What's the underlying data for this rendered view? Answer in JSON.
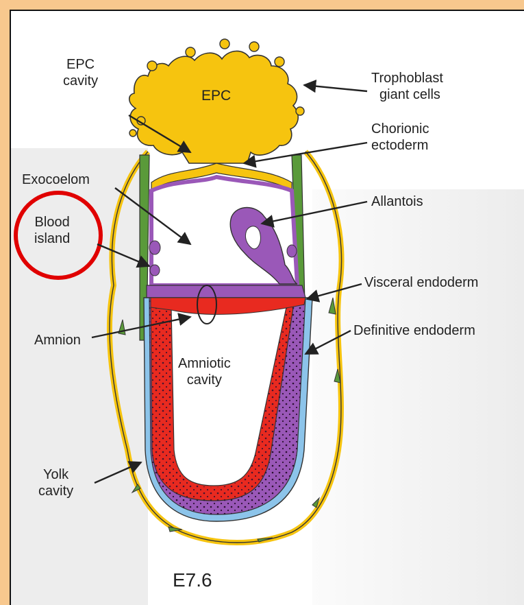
{
  "labels": {
    "epc_cavity": [
      "EPC",
      "cavity"
    ],
    "epc": "EPC",
    "trophoblast": [
      "Trophoblast",
      "giant cells"
    ],
    "chorionic": [
      "Chorionic",
      "ectoderm"
    ],
    "exocoelom": "Exocoelom",
    "allantois": "Allantois",
    "blood_island": [
      "Blood",
      "island"
    ],
    "visceral_endoderm": "Visceral endoderm",
    "definitive_endoderm": "Definitive endoderm",
    "amnion": "Amnion",
    "amniotic_cavity": [
      "Amniotic",
      "cavity"
    ],
    "yolk_cavity": [
      "Yolk",
      "cavity"
    ],
    "stage": "E7.6"
  },
  "colors": {
    "background": "#f8c88e",
    "epc_yellow": "#f6c40f",
    "mesoderm_green": "#5a9a3a",
    "visceral_purple": "#9a58b8",
    "amnion_red": "#e82a20",
    "endoderm_blue": "#8cc4ea",
    "highlight_circle": "#e00000"
  }
}
